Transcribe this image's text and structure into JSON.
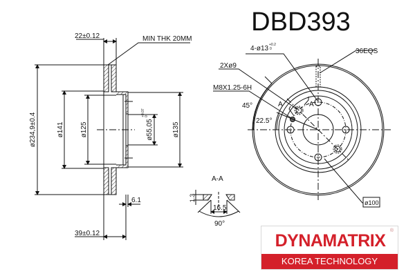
{
  "part_number": "DBD393",
  "side_view": {
    "thickness": "22±0.12",
    "min_thickness": "MIN THK 20MM",
    "outer_diameter": "ø234,9±0.4",
    "d141": "ø141",
    "d125": "ø125",
    "center_bore": "ø55,05",
    "center_bore_tol_upper": "+0.07",
    "center_bore_tol_lower": "0",
    "d135": "ø135",
    "hat_wall": "6.1",
    "total_height": "39±0.12"
  },
  "front_view": {
    "bolt_holes": "4-ø13",
    "bolt_holes_tol_upper": "+0.2",
    "bolt_holes_tol_lower": "0",
    "vents": "36EQS",
    "locating_holes": "2Xø9",
    "thread": "M8X1.25-6H",
    "angle_45": "45°",
    "angle_22_5": "22.5°",
    "section_marker": "A",
    "bolt_circle": "ø100"
  },
  "section_aa": {
    "label": "A-A",
    "depth": "1.3",
    "width": "16.5",
    "angle": "90°"
  },
  "logo": {
    "brand": "DYNAMATRIX",
    "registered": "®",
    "tagline": "KOREA TECHNOLOGY",
    "brand_color": "#d4202a"
  }
}
